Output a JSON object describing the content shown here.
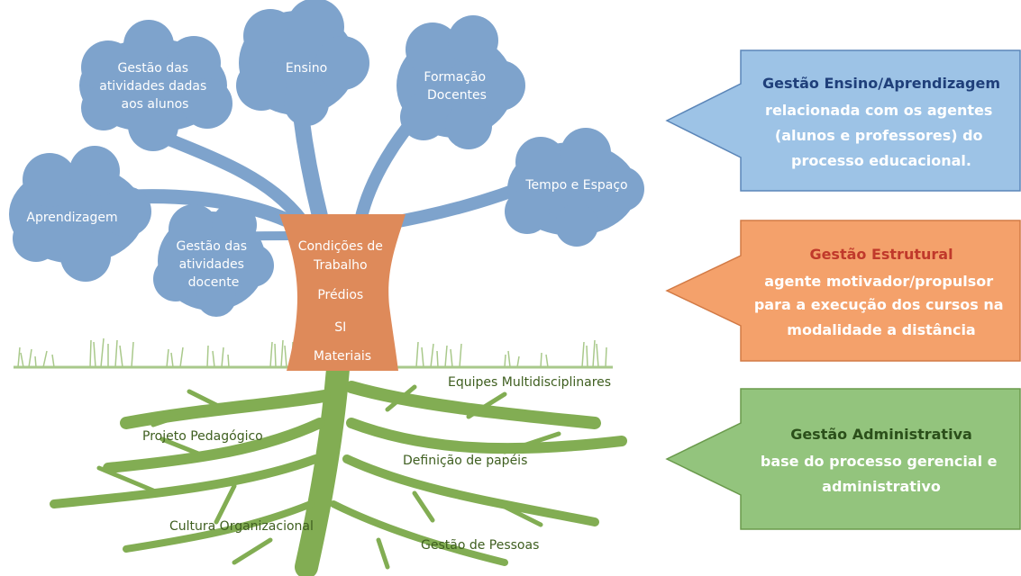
{
  "canopy": {
    "clouds": [
      {
        "lines": [
          "Gestão das",
          "atividades dadas",
          "aos alunos"
        ]
      },
      {
        "lines": [
          "Ensino"
        ]
      },
      {
        "lines": [
          "Formação",
          "Docentes"
        ]
      },
      {
        "lines": [
          "Aprendizagem"
        ]
      },
      {
        "lines": [
          "Gestão das",
          "atividades",
          "docente"
        ]
      },
      {
        "lines": [
          "Tempo e Espaço"
        ]
      }
    ],
    "color": "#7ea3cc"
  },
  "trunk": {
    "lines": [
      "Condições de",
      "Trabalho",
      "Prédios",
      "SI",
      "Materiais"
    ],
    "color": "#de8a5a"
  },
  "roots": {
    "labels": [
      "Equipes Multidisciplinares",
      "Projeto Pedagógico",
      "Definição de papéis",
      "Cultura Organizacional",
      "Gestão de Pessoas"
    ],
    "color": "#82ad53"
  },
  "panels": [
    {
      "title": "Gestão Ensino/Aprendizagem",
      "body": [
        "relacionada com os agentes",
        "(alunos e professores) do",
        "processo educacional."
      ],
      "fill": "#9dc3e6",
      "border": "#5b86b8",
      "title_color": "#1f3f7a"
    },
    {
      "title": "Gestão Estrutural",
      "body": [
        "agente motivador/propulsor",
        "para a execução dos cursos na",
        "modalidade a distância"
      ],
      "fill": "#f4a16b",
      "border": "#d27a45",
      "title_color": "#c0392b"
    },
    {
      "title": "Gestão Administrativa",
      "body": [
        "base do processo gerencial e",
        "administrativo"
      ],
      "fill": "#93c47d",
      "border": "#6a9a4c",
      "title_color": "#2b4f1a"
    }
  ]
}
